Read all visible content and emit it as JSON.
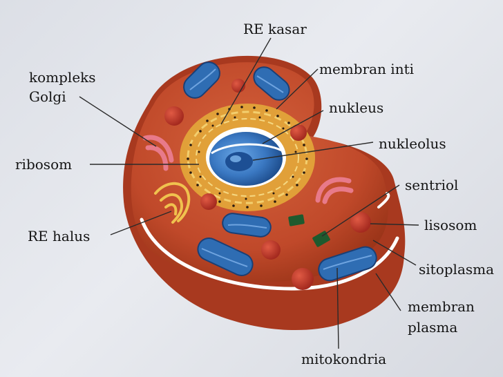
{
  "diagram": {
    "labels": {
      "re_kasar": "RE kasar",
      "kompleks_golgi_line1": "kompleks",
      "kompleks_golgi_line2": "Golgi",
      "membran_inti": "membran inti",
      "nukleus": "nukleus",
      "nukleolus": "nukleolus",
      "ribosom": "ribosom",
      "sentriol": "sentriol",
      "re_halus": "RE halus",
      "lisosom": "lisosom",
      "sitoplasma": "sitoplasma",
      "membran_plasma_line1": "membran",
      "membran_plasma_line2": "plasma",
      "mitokondria": "mitokondria"
    },
    "colors": {
      "cytoplasm": "#c0492a",
      "cell_outer": "#a8391f",
      "mitochondria": "#2f6db3",
      "nucleus": "#3a78c2",
      "golgi": "#e87a8a",
      "er": "#e9b440",
      "lysosome": "#b8352a",
      "centriole": "#1e5a2e",
      "membrane": "#ffffff"
    }
  }
}
